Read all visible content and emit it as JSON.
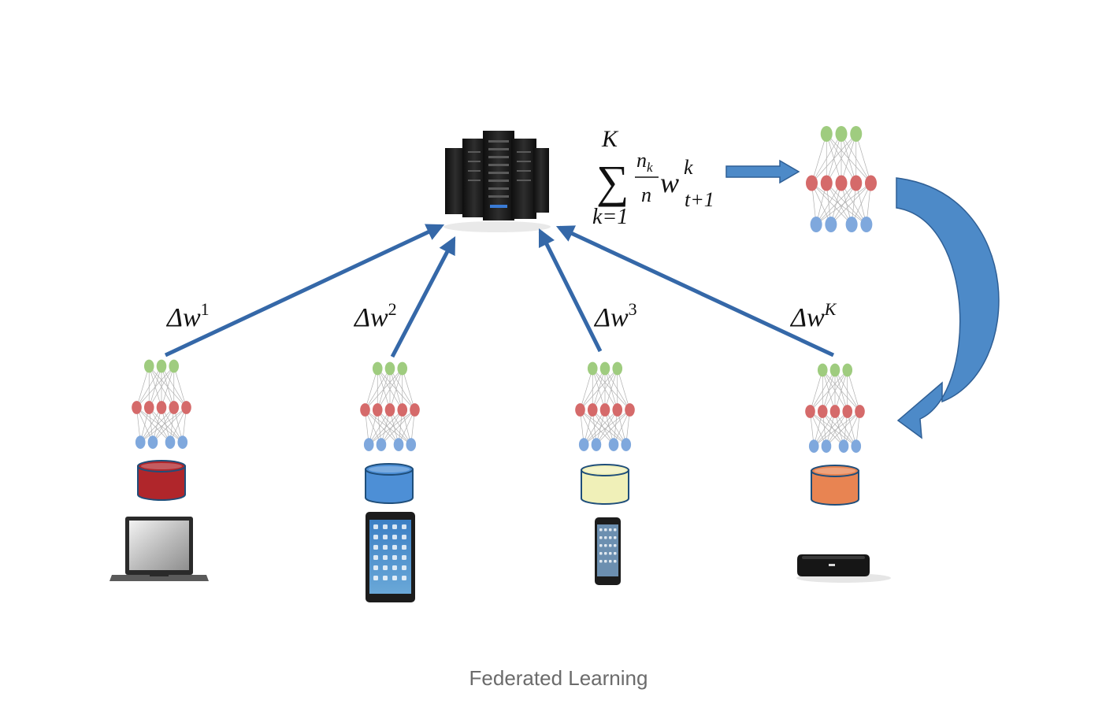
{
  "caption": "Federated Learning",
  "aggregation_formula": {
    "upper_limit": "K",
    "lower_limit": "k=1",
    "fraction_numerator": "n",
    "fraction_numerator_sub": "k",
    "fraction_denominator": "n",
    "weight": "w",
    "weight_superscript": "k",
    "weight_subscript": "t+1"
  },
  "clients": [
    {
      "update_base": "Δw",
      "update_superscript": "1",
      "data_color": "#b0262b",
      "device": "laptop-icon"
    },
    {
      "update_base": "Δw",
      "update_superscript": "2",
      "data_color": "#4d8fd6",
      "device": "tablet-icon"
    },
    {
      "update_base": "Δw",
      "update_superscript": "3",
      "data_color": "#f0f0b8",
      "device": "smartphone-icon"
    },
    {
      "update_base": "Δw",
      "update_superscript": "K",
      "data_color": "#e88452",
      "device": "set-top-box-icon"
    }
  ],
  "colors": {
    "arrow": "#3568a8",
    "curved_arrow": "#4d8ac8",
    "nn_output_node": "#9fcc7f",
    "nn_hidden_node": "#d56a6a",
    "nn_input_node": "#7fa8dd"
  }
}
